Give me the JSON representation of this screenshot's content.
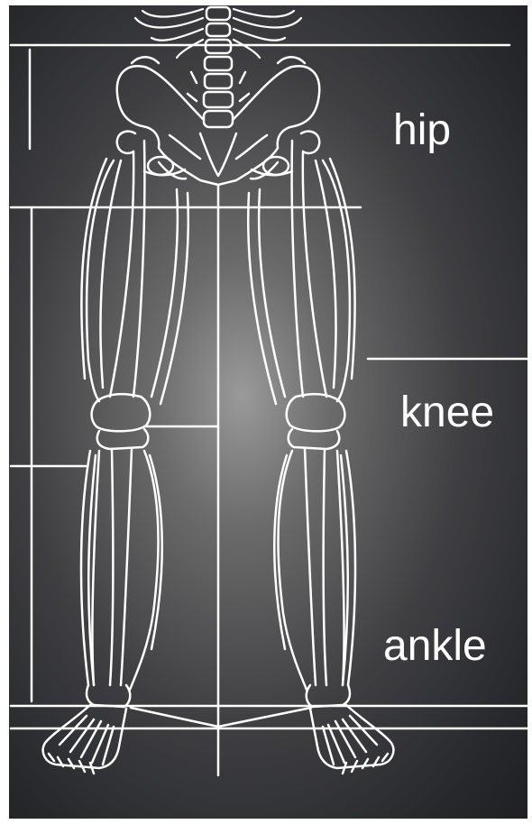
{
  "labels": {
    "hip": "hip",
    "knee": "knee",
    "ankle": "ankle"
  },
  "colors": {
    "background_dark": "#232428",
    "background_center": "#9a9a9a",
    "line": "#ffffff"
  }
}
